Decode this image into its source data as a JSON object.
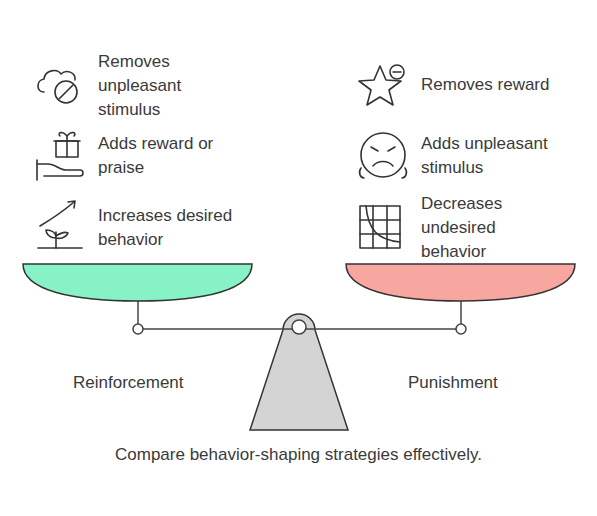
{
  "diagram": {
    "caption": "Compare behavior-shaping strategies effectively.",
    "labels": [
      "Removes unpleasant stimulus",
      "Removes reward",
      "Adds reward or praise",
      "Adds unpleasant stimulus",
      "Increases desired behavior",
      "Decreases undesired behavior",
      "Reinforcement",
      "Punishment"
    ]
  }
}
